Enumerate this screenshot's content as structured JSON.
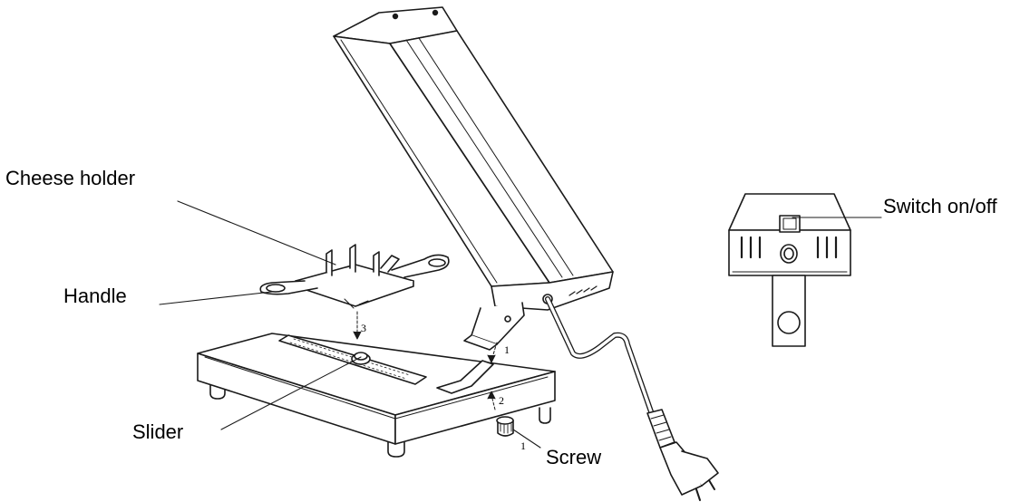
{
  "labels": {
    "cheese_holder": "Cheese holder",
    "handle": "Handle",
    "slider": "Slider",
    "screw": "Screw",
    "switch": "Switch on/off"
  },
  "step_numbers": {
    "holder": "3",
    "bracket": "1",
    "screw_hole": "2",
    "screw": "1"
  },
  "colors": {
    "line": "#1a1a1a",
    "fill": "#ffffff",
    "text": "#000000"
  }
}
